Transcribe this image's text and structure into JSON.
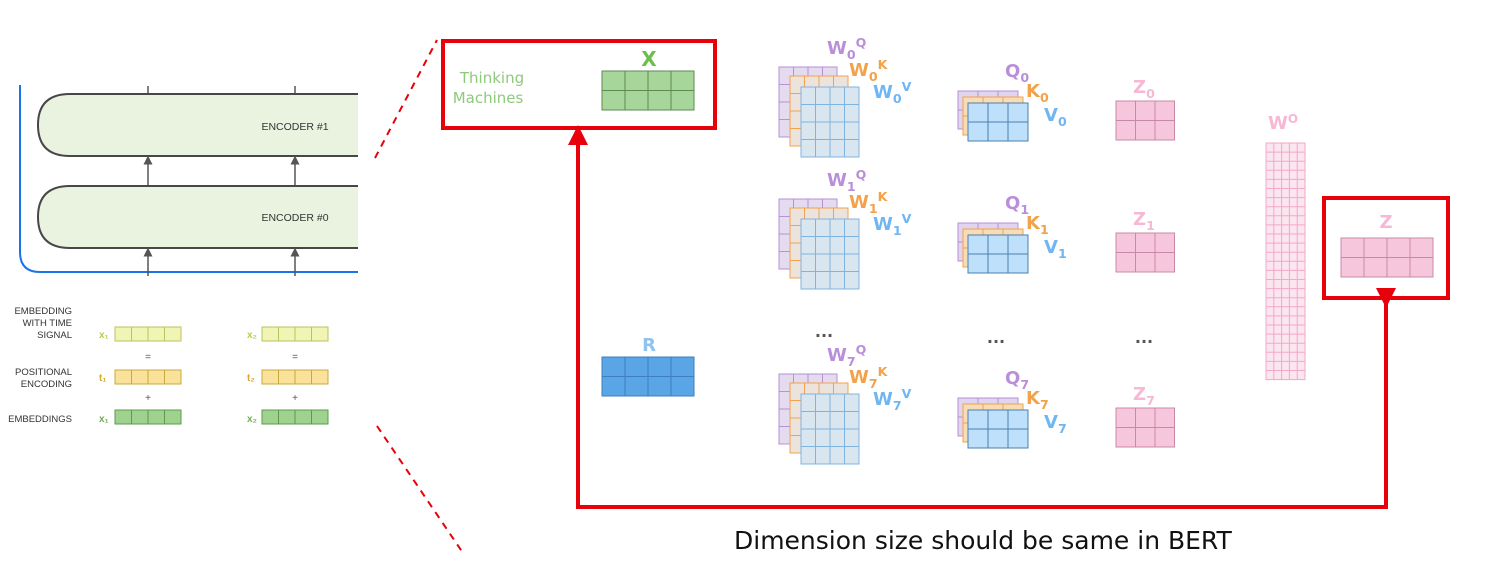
{
  "encoder_stack": {
    "encoders": [
      "ENCODER #1",
      "ENCODER #0"
    ],
    "rows": [
      {
        "label_lines": [
          "EMBEDDING",
          "WITH TIME",
          "SIGNAL"
        ],
        "tokens": [
          "x₁",
          "x₂"
        ],
        "operator": "="
      },
      {
        "label_lines": [
          "POSITIONAL",
          "ENCODING"
        ],
        "tokens": [
          "t₁",
          "t₂"
        ],
        "operator": "+"
      },
      {
        "label_lines": [
          "EMBEDDINGS"
        ],
        "tokens": [
          "x₁",
          "x₂"
        ],
        "operator": ""
      }
    ]
  },
  "input": {
    "words": [
      "Thinking",
      "Machines"
    ],
    "label": "X"
  },
  "heads": [
    {
      "w": "W",
      "idx": "0",
      "q": "Q",
      "k": "K",
      "v": "V",
      "qh": "Q",
      "kh": "K",
      "vh": "V",
      "z": "Z"
    },
    {
      "w": "W",
      "idx": "1",
      "q": "Q",
      "k": "K",
      "v": "V",
      "qh": "Q",
      "kh": "K",
      "vh": "V",
      "z": "Z"
    },
    {
      "w": "W",
      "idx": "7",
      "q": "Q",
      "k": "K",
      "v": "V",
      "qh": "Q",
      "kh": "K",
      "vh": "V",
      "z": "Z"
    }
  ],
  "ellipsis": "...",
  "r_label": "R",
  "wo": {
    "base": "W",
    "sup": "O"
  },
  "output": {
    "label": "Z"
  },
  "caption": "Dimension size should be same in BERT",
  "colors": {
    "highlight": "#e8000b",
    "encoder_fill": "#eaf2e0",
    "encoder_border": "#474747",
    "encoder_bracket": "#1a73e8",
    "x_green": "#a7d69a",
    "purple": "#b98fd9",
    "orange": "#f2a24a",
    "blue": "#9ccdf5",
    "pink": "#f6b8d4",
    "r_blue": "#5aa5e6"
  }
}
